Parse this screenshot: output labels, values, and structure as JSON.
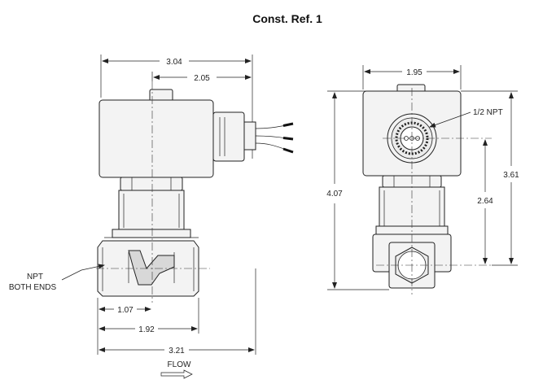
{
  "title": "Const. Ref. 1",
  "side_view": {
    "dim_overall_top": "3.04",
    "dim_coil_offset": "2.05",
    "dim_port_center": "1.07",
    "dim_body_width": "1.92",
    "dim_overall_bottom": "3.21",
    "label_npt": "NPT",
    "label_both_ends": "BOTH ENDS",
    "label_flow": "FLOW"
  },
  "front_view": {
    "dim_width": "1.95",
    "label_npt": "1/2 NPT",
    "dim_height_total": "4.07",
    "dim_height_upper": "3.61",
    "dim_height_center": "2.64"
  }
}
